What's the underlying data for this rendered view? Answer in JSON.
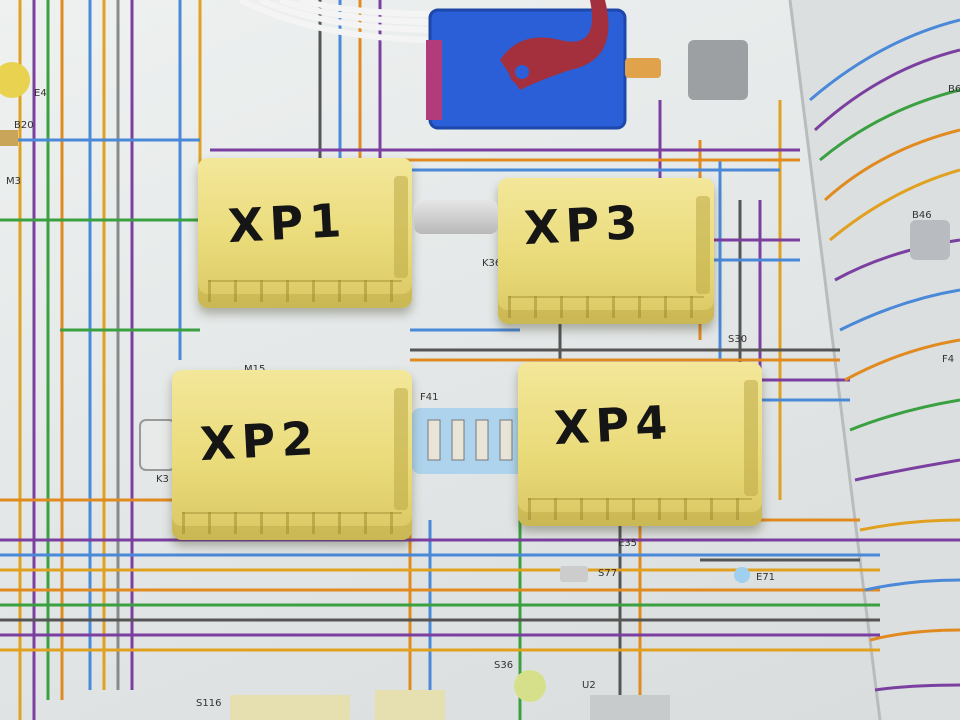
{
  "photo": {
    "connectors": [
      {
        "label": "XP1"
      },
      {
        "label": "XP3"
      },
      {
        "label": "XP2"
      },
      {
        "label": "XP4"
      }
    ],
    "diagram_labels": {
      "e4": "E4",
      "b20": "B20",
      "m3": "M3",
      "k36": "K36",
      "m15": "M15",
      "f41": "F41",
      "k3": "K3",
      "b46": "B46",
      "f4": "F4",
      "e35": "E35",
      "s77": "S77",
      "e71": "E71",
      "s36": "S36",
      "u2": "U2",
      "s116": "S116",
      "s30": "S30",
      "b6": "B6"
    },
    "colors": {
      "connector_yellow": "#eadb7a",
      "ecu_blue": "#2a5fd8",
      "ecu_red": "#a3303c",
      "paper": "#e7eaea"
    }
  }
}
